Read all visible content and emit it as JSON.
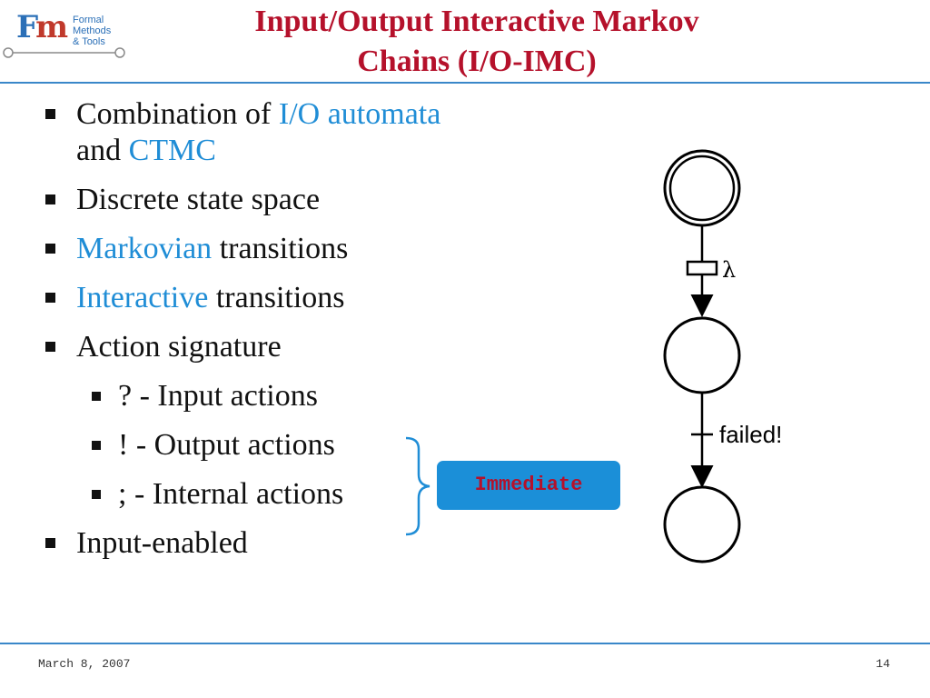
{
  "logo": {
    "letters_f": "F",
    "letters_m": "m",
    "line1": "Formal",
    "line2": "Methods",
    "line3": "& Tools"
  },
  "slide": {
    "title_line1": "Input/Output Interactive Markov",
    "title_line2": "Chains (I/O-IMC)"
  },
  "bullets": {
    "b1_text": "Combination of ",
    "b1_hl1": "I/O automata",
    "b1_text2": "and ",
    "b1_hl2": "CTMC",
    "b2_text": "Discrete state space",
    "b3_hl": "Markovian",
    "b3_text": " transitions",
    "b4_hl": "Interactive",
    "b4_text": " transitions",
    "b5_text": "Action signature",
    "sub1": "? - Input actions",
    "sub2": "! - Output actions",
    "sub3": "; - Internal actions",
    "b6_text": "Input-enabled"
  },
  "callout": {
    "label": "Immediate"
  },
  "diagram": {
    "rate_label": "λ",
    "action_label": "failed!"
  },
  "footer": {
    "date": "March 8, 2007",
    "page": "14"
  },
  "colors": {
    "title": "#b5112b",
    "accent": "#1f8dd6",
    "rule": "#3a87c9",
    "badge_bg": "#1b8fd8"
  }
}
